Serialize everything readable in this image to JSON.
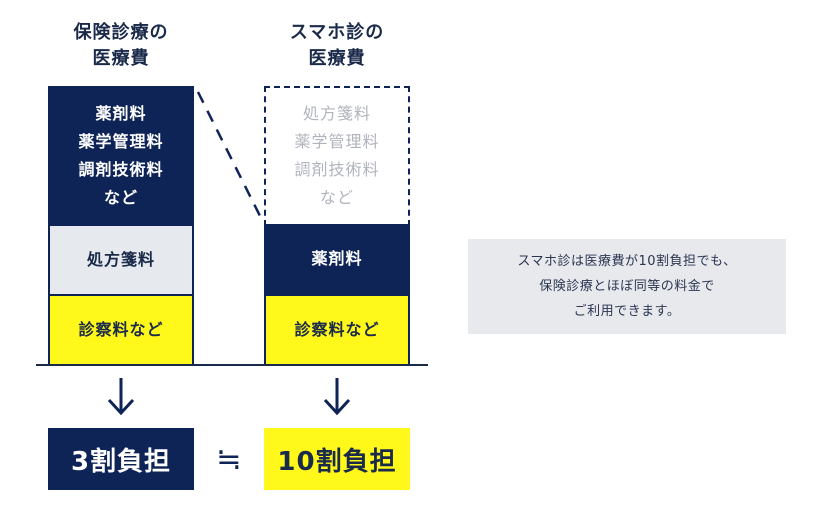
{
  "left_column": {
    "title_lines": [
      "保険診療の",
      "医療費"
    ],
    "top_block_lines": [
      "薬剤料",
      "薬学管理料",
      "調剤技術料",
      "など"
    ],
    "middle_block": "処方箋料",
    "bottom_block": "診察料など",
    "result": "3割負担"
  },
  "right_column": {
    "title_lines": [
      "スマホ診の",
      "医療費"
    ],
    "top_block_lines": [
      "処方箋料",
      "薬学管理料",
      "調剤技術料",
      "など"
    ],
    "middle_block": "薬剤料",
    "bottom_block": "診察料など",
    "result": "10割負担"
  },
  "equality_symbol": "≒",
  "note_lines": [
    "スマホ診は医療費が10割負担でも、",
    "保険診療とほぼ同等の料金で",
    "ご利用できます。"
  ],
  "colors": {
    "navy": "#0e2457",
    "yellow": "#fff81a",
    "grey": "#e6e9ee"
  },
  "icons": {
    "arrow": "down-arrow-icon",
    "dashed_connector": "dashed-diagonal-line"
  }
}
